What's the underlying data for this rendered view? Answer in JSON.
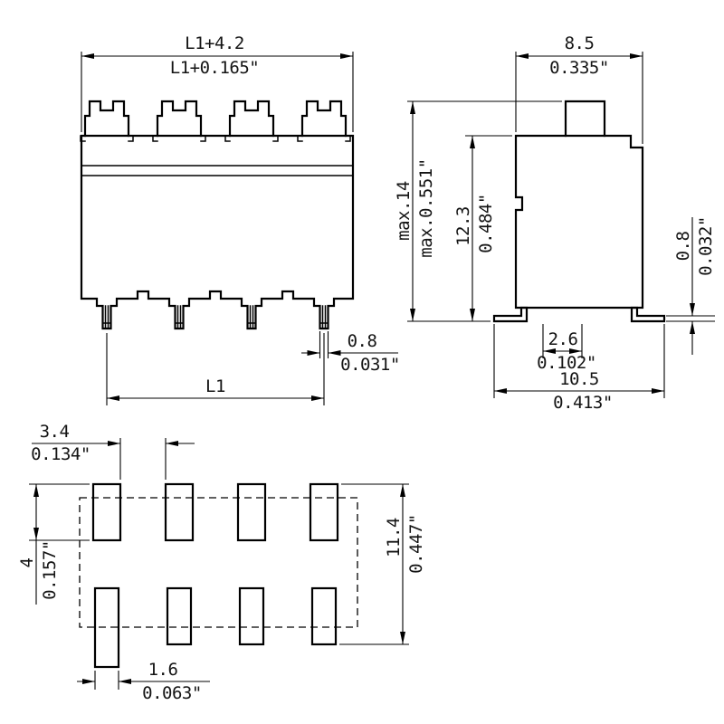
{
  "colors": {
    "background": "#ffffff",
    "line": "#000000",
    "text": "#141414"
  },
  "front_view": {
    "overall_width": {
      "mm": "L1+4.2",
      "inch": "L1+0.165\""
    },
    "pin_width": {
      "mm": "0.8",
      "inch": "0.031\""
    },
    "pitch_span": {
      "mm": "L1"
    }
  },
  "side_view": {
    "depth": {
      "mm": "8.5",
      "inch": "0.335\""
    },
    "max_height": {
      "mm": "max.14",
      "inch": "max.0.551\""
    },
    "body_height": {
      "mm": "12.3",
      "inch": "0.484\""
    },
    "lead_thickness": {
      "mm": "0.8",
      "inch": "0.032\""
    },
    "lead_length": {
      "mm": "2.6",
      "inch": "0.102\""
    },
    "overall_depth": {
      "mm": "10.5",
      "inch": "0.413\""
    }
  },
  "footprint_view": {
    "pad_gap": {
      "mm": "3.4",
      "inch": "0.134\""
    },
    "pad_length": {
      "mm": "4",
      "inch": "0.157\""
    },
    "row_span": {
      "mm": "11.4",
      "inch": "0.447\""
    },
    "pad_width": {
      "mm": "1.6",
      "inch": "0.063\""
    }
  }
}
